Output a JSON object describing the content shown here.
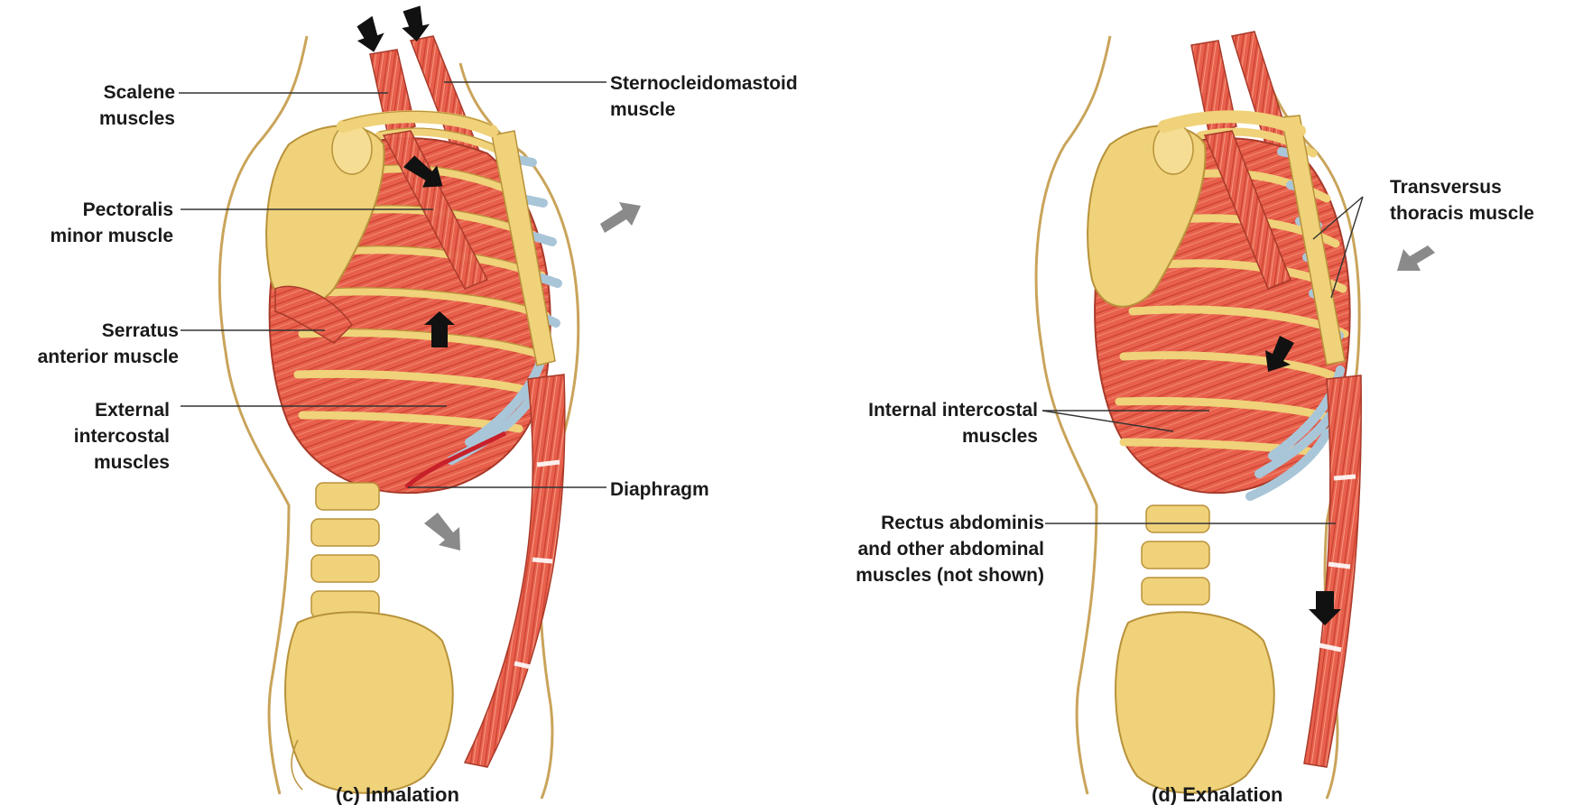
{
  "labels": {
    "scalene": "Scalene\nmuscles",
    "scm": "Sternocleidomastoid\nmuscle",
    "pectoralis": "Pectoralis\nminor muscle",
    "serratus": "Serratus\nanterior muscle",
    "external": "External\nintercostal\nmuscles",
    "diaphragm": "Diaphragm",
    "transversus": "Transversus\nthoracis muscle",
    "internal": "Internal intercostal\nmuscles",
    "rectus": "Rectus abdominis\nand other abdominal\nmuscles (not shown)"
  },
  "captions": {
    "inhalation": "(c) Inhalation",
    "exhalation": "(d) Exhalation"
  },
  "colors": {
    "muscle": "#e8604c",
    "muscle_dark": "#c8402f",
    "bone": "#efd27a",
    "bone_outline": "#b8923a",
    "cartilage": "#a9c6d8",
    "body_outline": "#c9a45a",
    "arrow_black": "#111111",
    "arrow_gray": "#8a8a8a",
    "leader": "#333333"
  }
}
